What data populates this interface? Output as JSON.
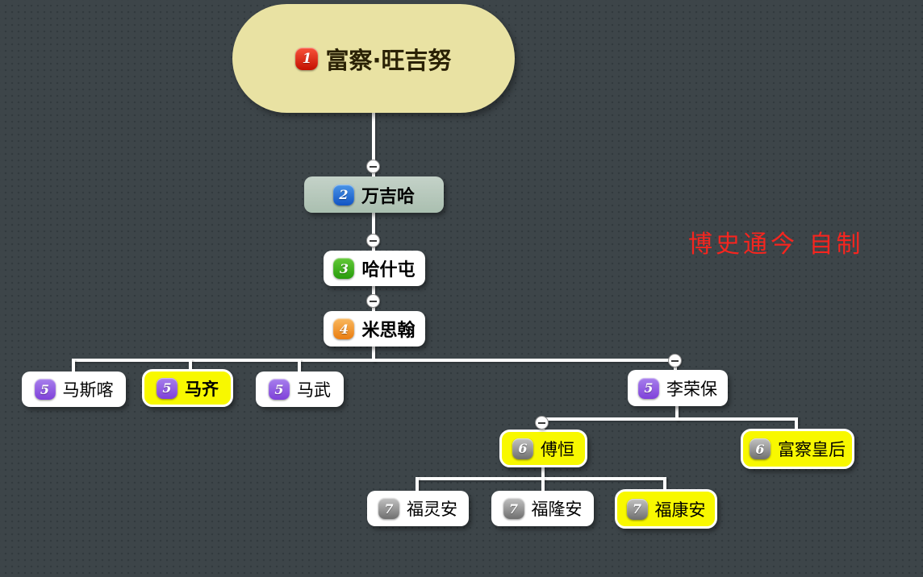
{
  "watermark": {
    "text": "博史通今 自制",
    "color": "#f5251f"
  },
  "canvas": {
    "background": "#3d4549",
    "dot_color": "#323a3e",
    "connector_color": "#ffffff"
  },
  "badge_colors": {
    "red": "#d92211",
    "blue": "#2a70d4",
    "green": "#3fae1d",
    "orange": "#f0933a",
    "purple": "#9161e2",
    "gray": "#8f8f8f"
  },
  "highlight_color": "#f8f800",
  "nodes": [
    {
      "label": "富察·旺吉努",
      "badge": "1",
      "badge_color": "red",
      "variant": "root",
      "bold": true,
      "highlighted": false,
      "parent": null
    },
    {
      "label": "万吉哈",
      "badge": "2",
      "badge_color": "blue",
      "variant": "sage",
      "bold": true,
      "highlighted": false,
      "parent": "富察·旺吉努"
    },
    {
      "label": "哈什屯",
      "badge": "3",
      "badge_color": "green",
      "variant": "white",
      "bold": true,
      "highlighted": false,
      "parent": "万吉哈"
    },
    {
      "label": "米思翰",
      "badge": "4",
      "badge_color": "orange",
      "variant": "white",
      "bold": true,
      "highlighted": false,
      "parent": "哈什屯"
    },
    {
      "label": "马斯喀",
      "badge": "5",
      "badge_color": "purple",
      "variant": "white",
      "bold": false,
      "highlighted": false,
      "parent": "米思翰"
    },
    {
      "label": "马齐",
      "badge": "5",
      "badge_color": "purple",
      "variant": "yellow",
      "bold": true,
      "highlighted": true,
      "parent": "米思翰"
    },
    {
      "label": "马武",
      "badge": "5",
      "badge_color": "purple",
      "variant": "white",
      "bold": false,
      "highlighted": false,
      "parent": "米思翰"
    },
    {
      "label": "李荣保",
      "badge": "5",
      "badge_color": "purple",
      "variant": "white",
      "bold": false,
      "highlighted": false,
      "parent": "米思翰"
    },
    {
      "label": "傅恒",
      "badge": "6",
      "badge_color": "gray",
      "variant": "yellow",
      "bold": false,
      "highlighted": true,
      "parent": "李荣保"
    },
    {
      "label": "富察皇后",
      "badge": "6",
      "badge_color": "gray",
      "variant": "yellow",
      "bold": false,
      "highlighted": true,
      "parent": "李荣保"
    },
    {
      "label": "福灵安",
      "badge": "7",
      "badge_color": "gray",
      "variant": "white",
      "bold": false,
      "highlighted": false,
      "parent": "傅恒"
    },
    {
      "label": "福隆安",
      "badge": "7",
      "badge_color": "gray",
      "variant": "white",
      "bold": false,
      "highlighted": false,
      "parent": "傅恒"
    },
    {
      "label": "福康安",
      "badge": "7",
      "badge_color": "gray",
      "variant": "yellow",
      "bold": false,
      "highlighted": true,
      "parent": "傅恒"
    }
  ]
}
